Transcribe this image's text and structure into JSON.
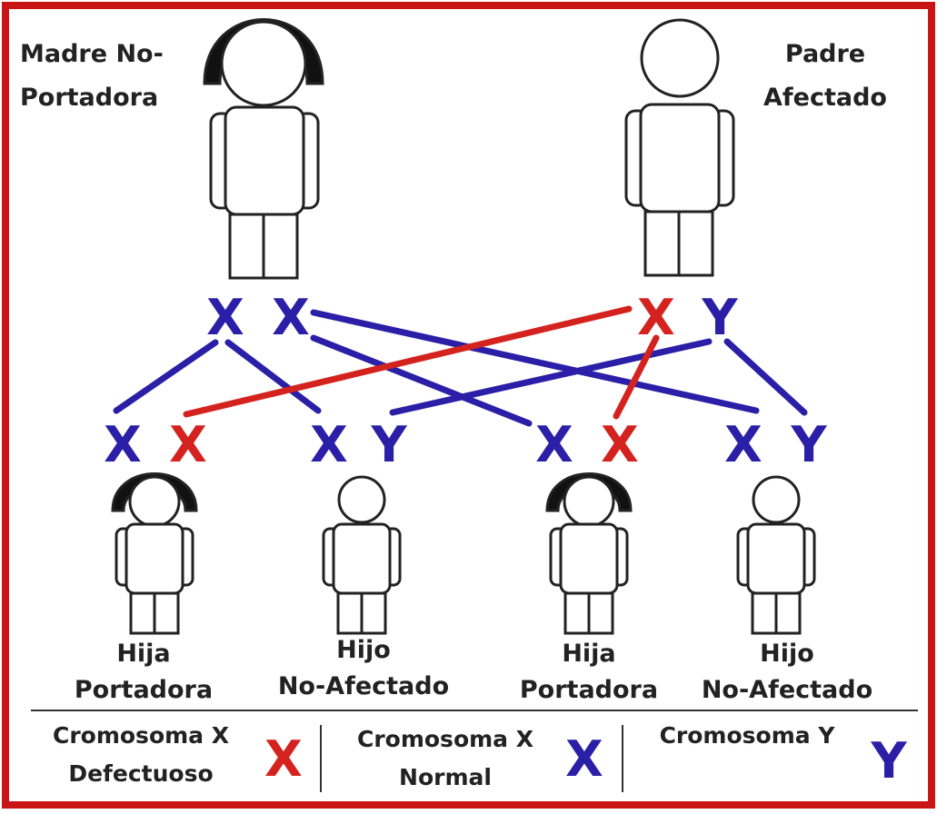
{
  "colors": {
    "border": "#c81414",
    "normal_x": "#2a1fa6",
    "defect_x": "#d4231e",
    "y": "#2a1fa6",
    "outline": "#222222"
  },
  "parents": {
    "mother": {
      "line1": "Madre No-",
      "line2": "Portadora"
    },
    "father": {
      "line1": "Padre",
      "line2": "Afectado"
    }
  },
  "parent_chromosomes": {
    "mother": [
      "X",
      "X"
    ],
    "father": [
      "X",
      "Y"
    ]
  },
  "children": [
    {
      "chromosomes": [
        "X",
        "X"
      ],
      "line1": "Hija",
      "line2": "Portadora"
    },
    {
      "chromosomes": [
        "X",
        "Y"
      ],
      "line1": "Hijo",
      "line2": "No-Afectado"
    },
    {
      "chromosomes": [
        "X",
        "X"
      ],
      "line1": "Hija",
      "line2": "Portadora"
    },
    {
      "chromosomes": [
        "X",
        "Y"
      ],
      "line1": "Hijo",
      "line2": "No-Afectado"
    }
  ],
  "legend": {
    "defective": {
      "line1": "Cromosoma X",
      "line2": "Defectuoso",
      "symbol": "X"
    },
    "normal": {
      "line1": "Cromosoma X",
      "line2": "Normal",
      "symbol": "X"
    },
    "y": {
      "line1": "Cromosoma Y",
      "symbol": "Y"
    }
  }
}
